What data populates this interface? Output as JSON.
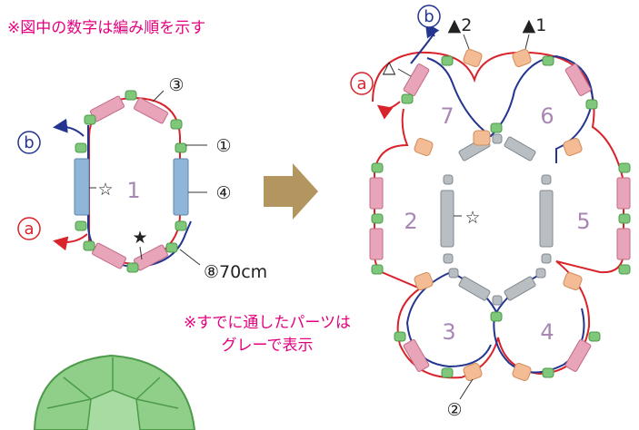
{
  "note_top": "※図中の数字は編み順を示す",
  "note_gray": [
    "※すでに通したパーツは",
    "グレーで表示"
  ],
  "left": {
    "part_number": "1",
    "step_labels": [
      "③",
      "①",
      "④",
      "⑧70cm"
    ],
    "star_open": "☆",
    "star_solid": "★",
    "thread_a": "a",
    "thread_b": "b"
  },
  "right": {
    "part_numbers": [
      "7",
      "6",
      "2",
      "5",
      "3",
      "4"
    ],
    "step_label": "②",
    "star_open": "☆",
    "triangle_open": "△",
    "tri_2": "▲2",
    "tri_1": "▲1",
    "thread_a": "a",
    "thread_b": "b"
  },
  "colors": {
    "red_thread": "#d9232b",
    "blue_thread": "#24358f",
    "pink_bead": "#e8a4b8",
    "green_bead": "#7fc77b",
    "blue_bead": "#8fb6d8",
    "orange_bead": "#f3bc95",
    "gray_bead": "#b9bec2",
    "arrow": "#b39560",
    "note_text": "#e4007f",
    "number_text": "#a987b5"
  }
}
